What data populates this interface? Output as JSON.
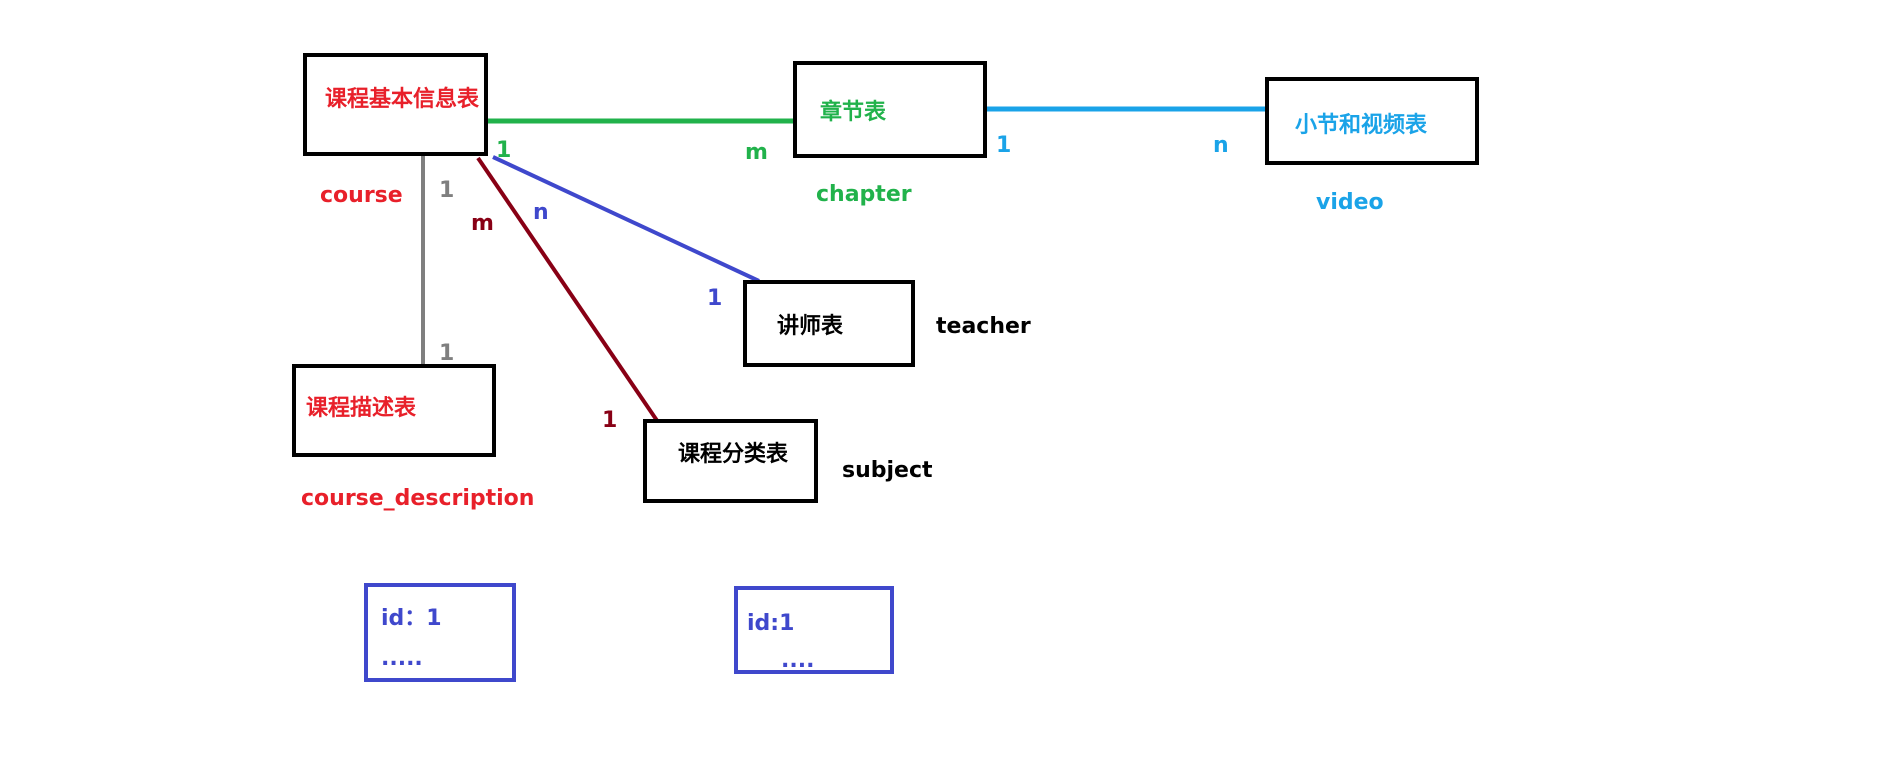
{
  "colors": {
    "red": "#e8202a",
    "green": "#21b24b",
    "blue": "#1aa3e8",
    "indigo": "#3f48cc",
    "maroon": "#880015",
    "gray": "#7f7f7f",
    "black": "#000000"
  },
  "tables": {
    "course": {
      "cn": "课程基本信息表",
      "en": "course"
    },
    "chapter": {
      "cn": "章节表",
      "en": "chapter"
    },
    "video": {
      "cn": "小节和视频表",
      "en": "video"
    },
    "teacher": {
      "cn": "讲师表",
      "en": "teacher"
    },
    "description": {
      "cn": "课程描述表",
      "en": "course_description"
    },
    "subject": {
      "cn": "课程分类表",
      "en": "subject"
    }
  },
  "relations": {
    "course_chapter": {
      "from": "1",
      "to": "m"
    },
    "chapter_video": {
      "from": "1",
      "to": "n"
    },
    "course_teacher": {
      "from": "n",
      "to": "1"
    },
    "course_subject": {
      "from": "m",
      "to": "1"
    },
    "course_description": {
      "from": "1",
      "to": "1"
    }
  },
  "examples": {
    "left": {
      "line1": "id：1",
      "line2": "....."
    },
    "right": {
      "line1": "id:1",
      "line2": "...."
    }
  }
}
